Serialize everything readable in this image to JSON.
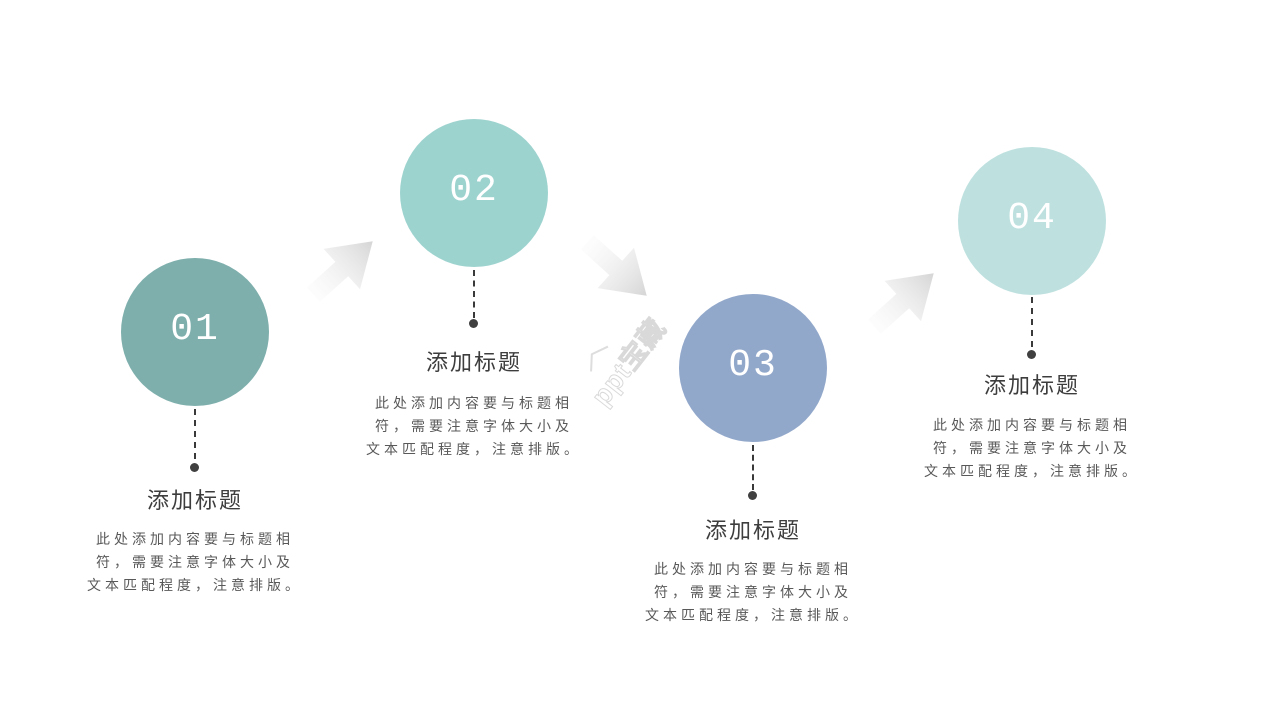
{
  "slide": {
    "watermark": {
      "text": "ppt宝藏"
    },
    "steps": [
      {
        "number": "01",
        "title": "添加标题",
        "body": "此处添加内容要与标题相\n符，需要注意字体大小及\n文本匹配程度，注意排版。",
        "circle_color": "#7EAFAC"
      },
      {
        "number": "02",
        "title": "添加标题",
        "body": "此处添加内容要与标题相\n符，需要注意字体大小及\n文本匹配程度，注意排版。",
        "circle_color": "#9DD3CF"
      },
      {
        "number": "03",
        "title": "添加标题",
        "body": "此处添加内容要与标题相\n符，需要注意字体大小及\n文本匹配程度，注意排版。",
        "circle_color": "#92A8CB"
      },
      {
        "number": "04",
        "title": "添加标题",
        "body": "此处添加内容要与标题相\n符，需要注意字体大小及\n文本匹配程度，注意排版。",
        "circle_color": "#BEE1DF"
      }
    ],
    "colors": {
      "background": "#ffffff",
      "number_text": "#ffffff",
      "title_text": "#3d3d3d",
      "body_text": "#595959",
      "leader_line": "#3a3a3a",
      "leader_dot": "#404040",
      "arrow_head": "#d5d5d5",
      "arrow_tail": "#f6f6f6"
    }
  }
}
